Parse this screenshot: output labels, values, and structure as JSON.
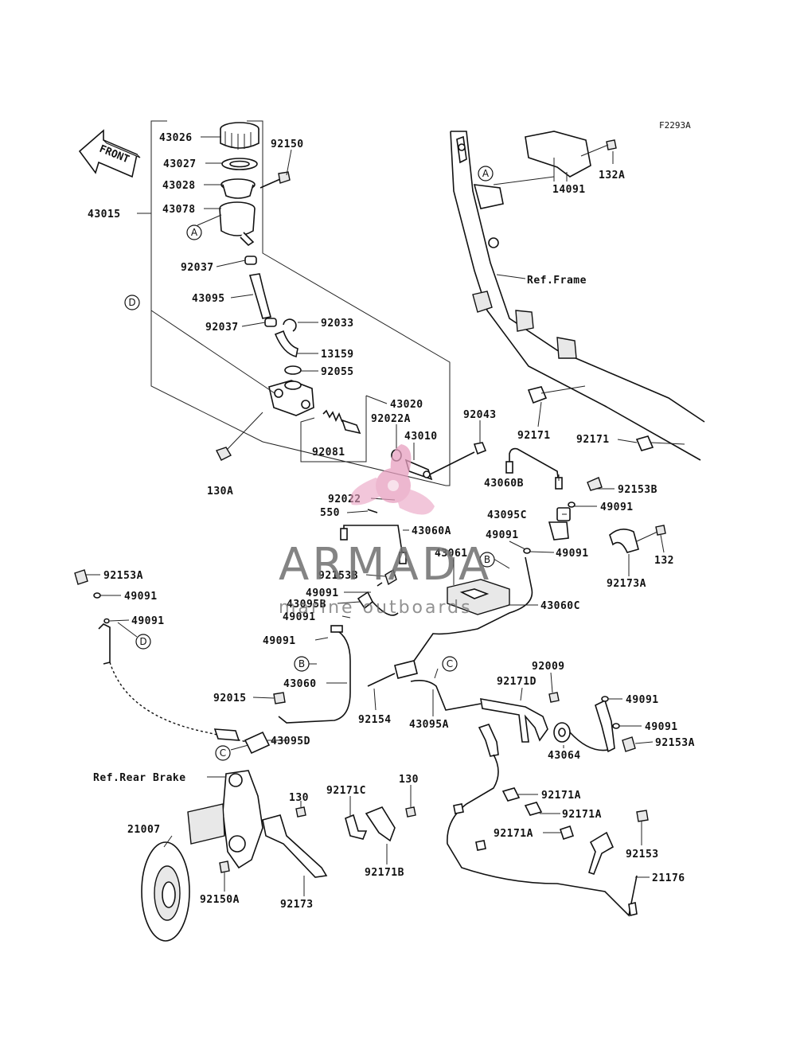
{
  "figure_code": "F2293A",
  "front_label": "FRONT",
  "ref_labels": {
    "frame": "Ref.Frame",
    "rear_brake": "Ref.Rear Brake"
  },
  "callouts": {
    "a": "A",
    "b": "B",
    "c": "C",
    "d": "D"
  },
  "parts": {
    "p43026": "43026",
    "p43027": "43027",
    "p43028": "43028",
    "p43078": "43078",
    "p43015": "43015",
    "p92150": "92150",
    "p92037a": "92037",
    "p43095": "43095",
    "p92037b": "92037",
    "p92033": "92033",
    "p13159": "13159",
    "p92055": "92055",
    "p43020": "43020",
    "p92022a": "92022A",
    "p43010": "43010",
    "p92043": "92043",
    "p92081": "92081",
    "p130a": "130A",
    "p92022": "92022",
    "p550": "550",
    "p43060a": "43060A",
    "p43061": "43061",
    "p92153b_l": "92153B",
    "p49091_1": "49091",
    "p43095b": "43095B",
    "p49091_2": "49091",
    "p49091_3": "49091",
    "p43060c": "43060C",
    "p92153a_l": "92153A",
    "p49091_4": "49091",
    "p49091_5": "49091",
    "p43060": "43060",
    "p92015": "92015",
    "p43095d": "43095D",
    "p92154": "92154",
    "p43095a": "43095A",
    "p92009": "92009",
    "p92171d": "92171D",
    "p49091_6": "49091",
    "p49091_7": "49091",
    "p92153a_r": "92153A",
    "p43064": "43064",
    "p132a": "132A",
    "p14091": "14091",
    "p92171_1": "92171",
    "p92171_2": "92171",
    "p43060b": "43060B",
    "p92153b_r": "92153B",
    "p43095c": "43095C",
    "p49091_8": "49091",
    "p49091_9": "49091",
    "p49091_10": "49091",
    "p132": "132",
    "p92173a": "92173A",
    "p21007": "21007",
    "p92150a": "92150A",
    "p130_1": "130",
    "p92173": "92173",
    "p92171c": "92171C",
    "p130_2": "130",
    "p92171b": "92171B",
    "p92171a_1": "92171A",
    "p92171a_2": "92171A",
    "p92171a_3": "92171A",
    "p92153": "92153",
    "p21176": "21176"
  },
  "watermark": {
    "brand": "ARMADA",
    "tagline": "marine outboards",
    "accent_color": "#e8a0c0"
  }
}
